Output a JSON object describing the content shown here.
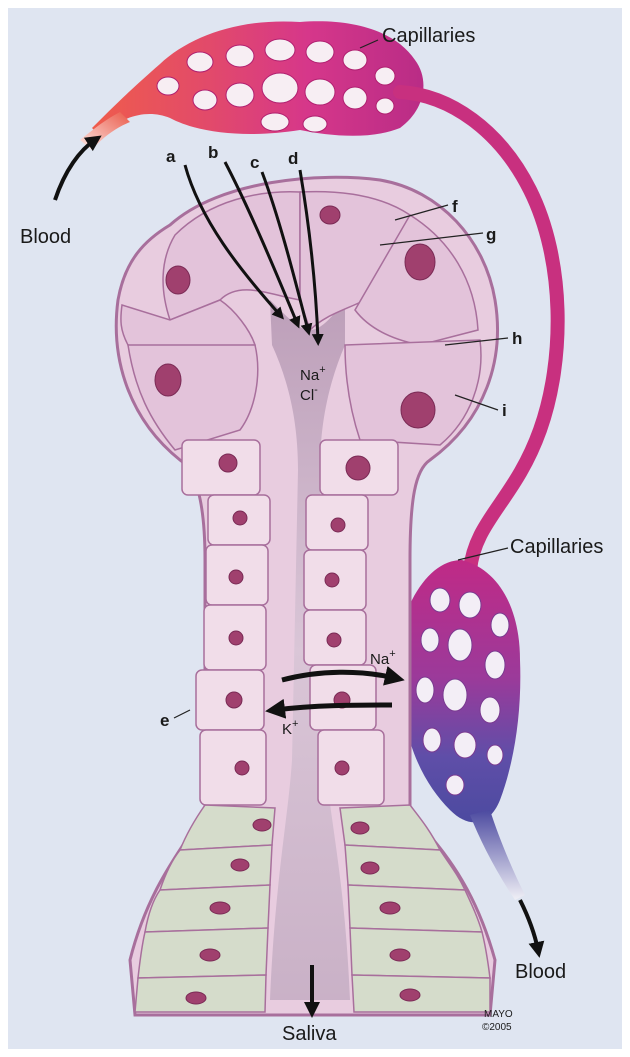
{
  "labels": {
    "capillaries_top": "Capillaries",
    "capillaries_right": "Capillaries",
    "blood_in": "Blood",
    "blood_out": "Blood",
    "saliva": "Saliva",
    "credit_line1": "MAYO",
    "credit_line2": "©2005"
  },
  "letters": {
    "a": "a",
    "b": "b",
    "c": "c",
    "d": "d",
    "e": "e",
    "f": "f",
    "g": "g",
    "h": "h",
    "i": "i"
  },
  "ions": {
    "na_base": "Na",
    "na_charge": "+",
    "cl_base": "Cl",
    "cl_charge": "-",
    "na2_base": "Na",
    "na2_charge": "+",
    "k_base": "K",
    "k_charge": "+"
  },
  "colors": {
    "background": "#dfe5f1",
    "cytoplasm": "#e4c6dc",
    "cell_border": "#a86f9c",
    "nucleus": "#a0406e",
    "lumen": "#c9b2c9",
    "green_cell": "#d5dccb",
    "artery": "#e8504a",
    "capillary_pink": "#d2307f",
    "vein": "#5b4ea6"
  }
}
